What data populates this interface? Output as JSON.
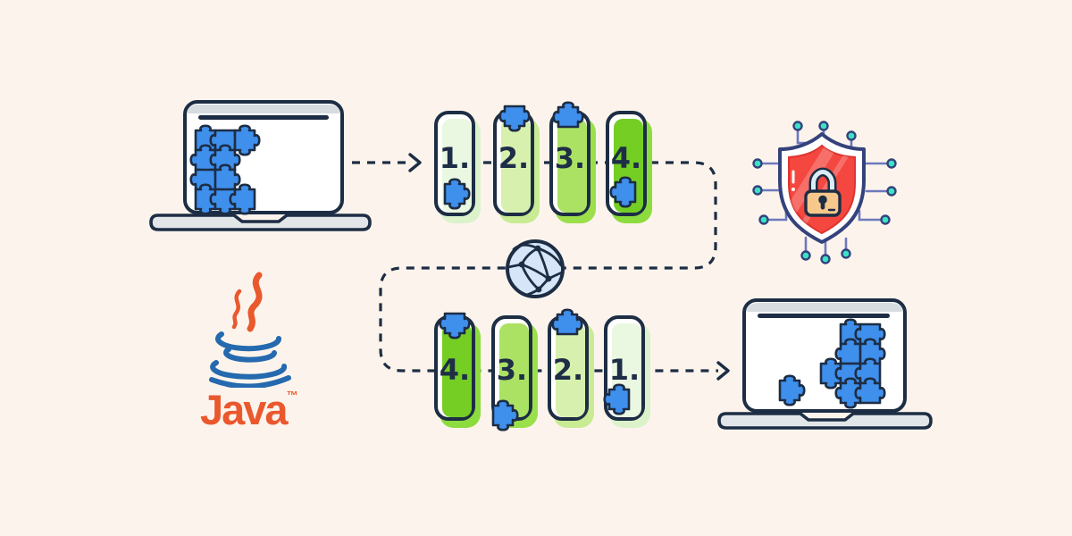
{
  "illustration": {
    "background_color": "#fcf4ec",
    "outline_color": "#1d2d44",
    "puzzle_color": "#3f8fec"
  },
  "serialization_row": {
    "cards": [
      {
        "label": "1.",
        "fill": "#eaf7e1",
        "shadow": "#dcf2cb",
        "puzzle_position": "bottom"
      },
      {
        "label": "2.",
        "fill": "#d8f0ae",
        "shadow": "#c8eb94",
        "puzzle_position": "top"
      },
      {
        "label": "3.",
        "fill": "#abe263",
        "shadow": "#9bdf4b",
        "puzzle_position": "top"
      },
      {
        "label": "4.",
        "fill": "#74ce24",
        "shadow": "#8cdc3e",
        "puzzle_position": "bottom"
      }
    ]
  },
  "deserialization_row": {
    "cards": [
      {
        "label": "4.",
        "fill": "#74ce24",
        "shadow": "#8cdc3e",
        "puzzle_position": "top"
      },
      {
        "label": "3.",
        "fill": "#abe263",
        "shadow": "#9bdf4b",
        "puzzle_position": "bottom"
      },
      {
        "label": "2.",
        "fill": "#d8f0ae",
        "shadow": "#c8eb94",
        "puzzle_position": "top"
      },
      {
        "label": "1.",
        "fill": "#eaf7e1",
        "shadow": "#dcf2cb",
        "puzzle_position": "bottom"
      }
    ]
  },
  "java_logo": {
    "wordmark": "Java",
    "trademark": "™",
    "orange": "#ea582d",
    "blue": "#2569ae"
  },
  "icons": {
    "source": "laptop-with-puzzle-object-icon",
    "network": "globe-network-icon",
    "security": "shield-lock-icon",
    "destination": "laptop-with-reassembled-puzzle-icon"
  },
  "accent_colors": {
    "shield_red": "#f4473f",
    "lock_tan": "#f6c88c",
    "lock_shackle": "#d8edf5",
    "circuit_teal": "#3be3c5",
    "circuit_line": "#6d79bd",
    "globe_blue": "#d6e6f8",
    "laptop_gray": "#d7dce1"
  }
}
